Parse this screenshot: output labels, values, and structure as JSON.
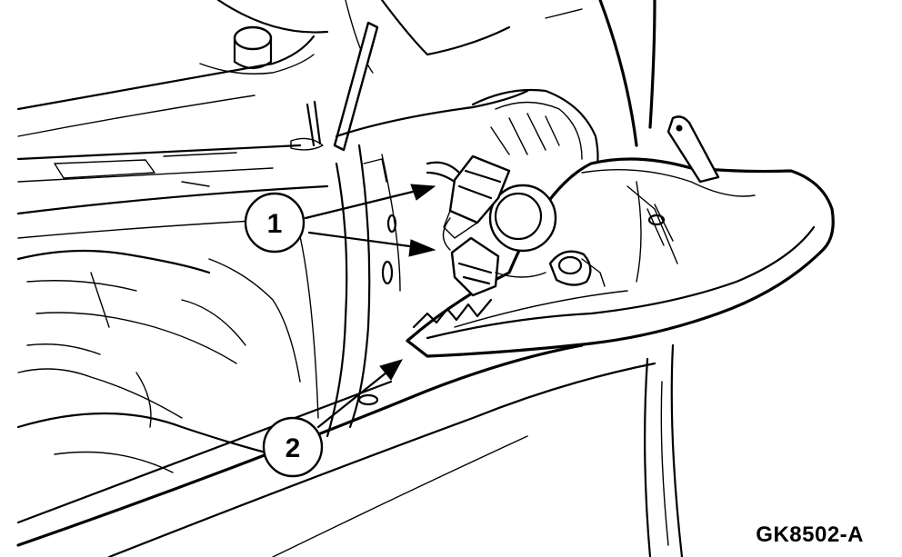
{
  "callouts": [
    {
      "label": "1"
    },
    {
      "label": "2"
    }
  ],
  "figure_id": "GK8502-A"
}
